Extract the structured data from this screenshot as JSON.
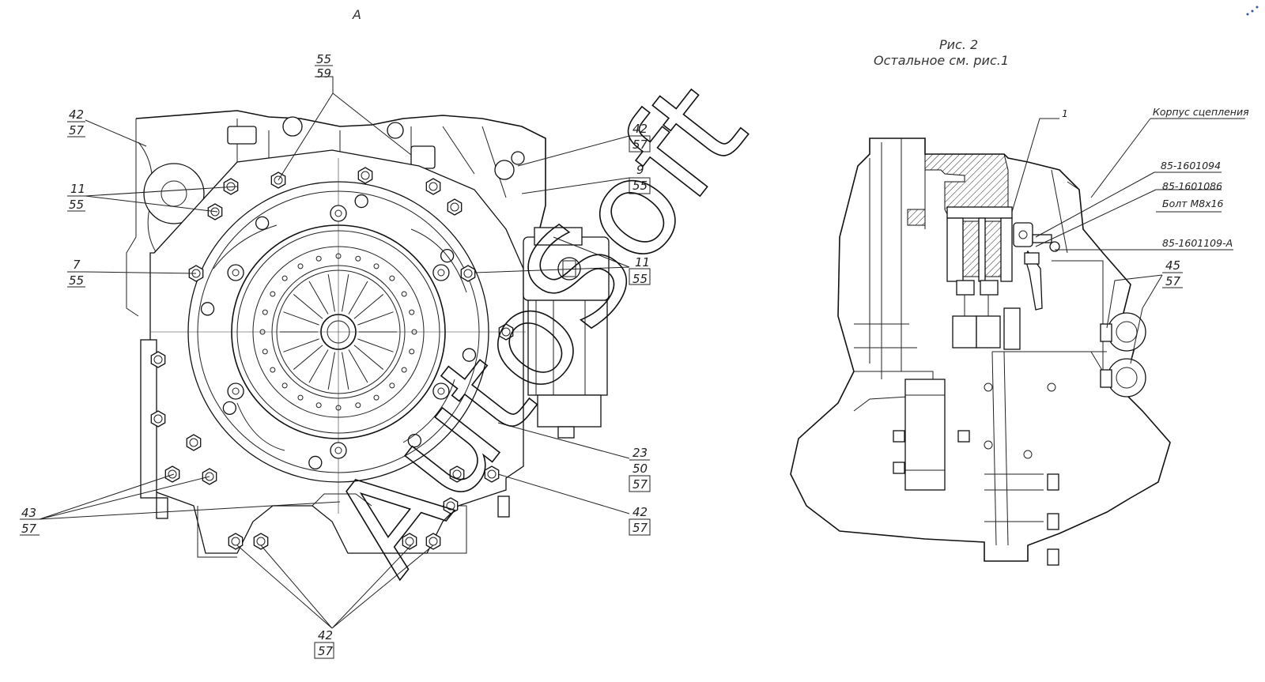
{
  "view_label": "А",
  "figure": {
    "caption": "Рис. 2",
    "note": "Остальное см. рис.1"
  },
  "watermark": "AutoSoft",
  "left_callouts": [
    {
      "id": "c-55-59",
      "top": "55",
      "bottom": "59"
    },
    {
      "id": "c-42-57-tl",
      "top": "42",
      "bottom": "57"
    },
    {
      "id": "c-11-55-l",
      "top": "11",
      "bottom": "55"
    },
    {
      "id": "c-7-55",
      "top": "7",
      "bottom": "55"
    },
    {
      "id": "c-43-57",
      "top": "43",
      "bottom": "57"
    },
    {
      "id": "c-42-57-tr",
      "top": "42",
      "bottom": "57"
    },
    {
      "id": "c-9-55",
      "top": "9",
      "bottom": "55"
    },
    {
      "id": "c-11-55-r",
      "top": "11",
      "bottom": "55"
    },
    {
      "id": "c-23-50-57",
      "top": "23",
      "middle": "50",
      "bottom": "57"
    },
    {
      "id": "c-42-57-br",
      "top": "42",
      "bottom": "57"
    },
    {
      "id": "c-42-57-bc",
      "top": "42",
      "bottom": "57"
    }
  ],
  "right_callouts": {
    "item_1": "1",
    "housing": "Корпус сцепления",
    "part_a": "85-1601094",
    "part_b": "85-1601086",
    "bolt": "Болт М8х16",
    "part_c": "85-1601109-А",
    "c45": {
      "top": "45",
      "bottom": "57"
    }
  }
}
